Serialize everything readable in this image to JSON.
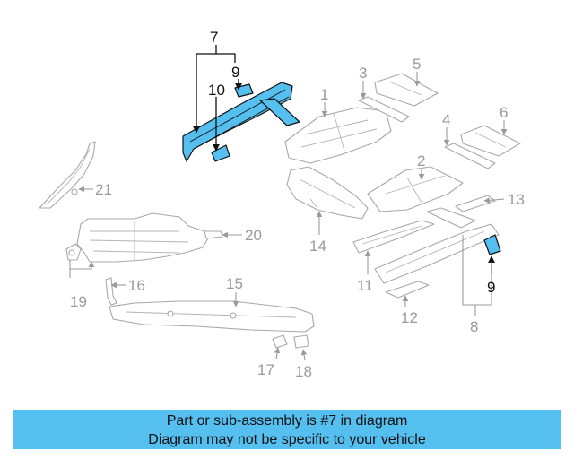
{
  "diagram": {
    "highlight_color": "#55bff0",
    "highlighted_parts": [
      "7",
      "9",
      "10"
    ],
    "callouts": {
      "c1": "1",
      "c2": "2",
      "c3": "3",
      "c4": "4",
      "c5": "5",
      "c6": "6",
      "c7": "7",
      "c8": "8",
      "c9a": "9",
      "c9b": "9",
      "c10": "10",
      "c11": "11",
      "c12": "12",
      "c13": "13",
      "c14": "14",
      "c15": "15",
      "c16": "16",
      "c17": "17",
      "c18": "18",
      "c19": "19",
      "c20": "20",
      "c21": "21"
    }
  },
  "banner": {
    "line1": "Part or sub-assembly is #7 in diagram",
    "line2": "Diagram may not be specific to your vehicle",
    "background": "#55bff0"
  }
}
